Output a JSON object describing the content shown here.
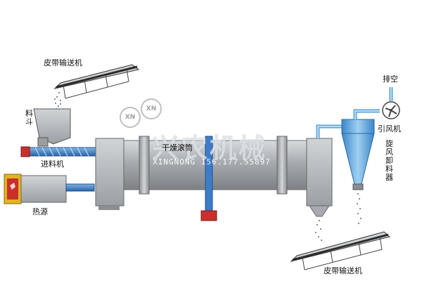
{
  "labels": {
    "belt_top": "皮带输送机",
    "hopper": "料斗",
    "screw_feeder": "进料机",
    "heat_source": "热源",
    "dryer_drum": "干燥滚筒",
    "exhaust": "排空",
    "fan": "引风机",
    "cyclone": "旋风卸料器",
    "belt_bottom": "皮带输送机"
  },
  "watermark": {
    "brand": "兴农机械",
    "contact": "XINGNONG 156.177.55897"
  },
  "logo_marks": [
    "XN",
    "XN"
  ],
  "colors": {
    "steel_gray": "#b9bec3",
    "drum_gray": "#a9adb1",
    "pipe_blue": "#3d7cc9",
    "cyclone_blue": "#5aa3dc",
    "belt_dark": "#3a3a3a",
    "motor_red": "#d2322e",
    "heater_yellow": "#e2b51e"
  },
  "icons": [
    "fan-icon",
    "heater-icon",
    "motor-icon",
    "gear-logo-icon"
  ]
}
